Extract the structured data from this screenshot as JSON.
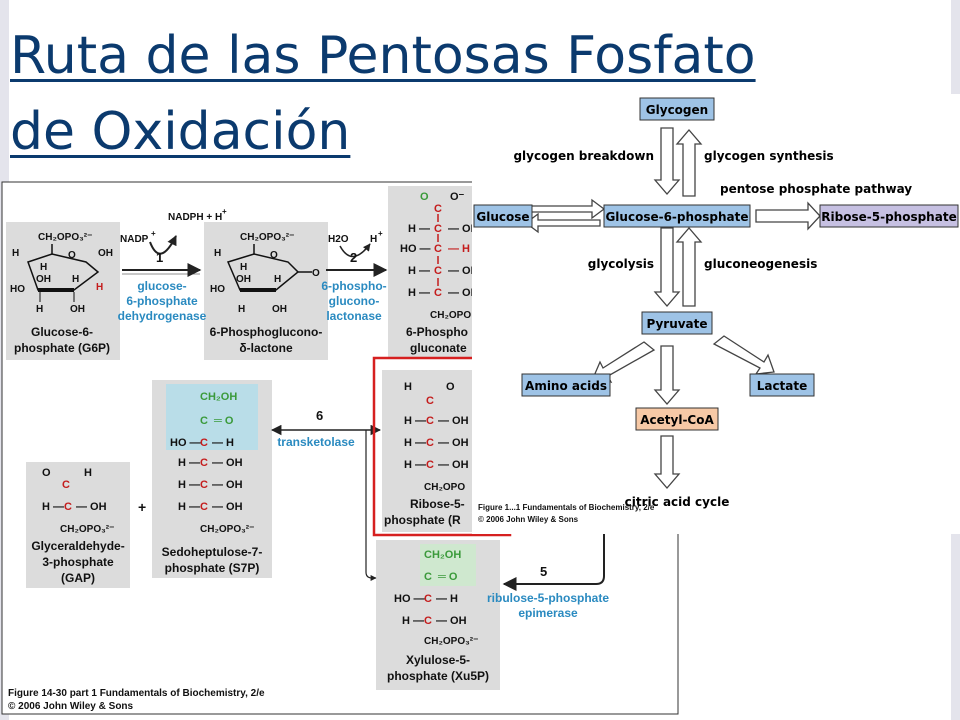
{
  "title": {
    "line1": "Ruta de las Pentosas Fosfato",
    "line2": "de Oxidación"
  },
  "left_diagram": {
    "g6p": {
      "name1": "Glucose-6-",
      "name2": "phosphate (G6P)"
    },
    "pgl": {
      "name1": "6-Phosphoglucono-",
      "name2": "δ-lactone"
    },
    "pg": {
      "name1": "6-Phospho",
      "name2": "gluconate"
    },
    "r5p": {
      "name1": "Ribose-5-",
      "name2": "phosphate (R"
    },
    "s7p": {
      "name1": "Sedoheptulose-7-",
      "name2": "phosphate (S7P)"
    },
    "gap": {
      "name1": "Glyceraldehyde-",
      "name2": "3-phosphate",
      "name3": "(GAP)"
    },
    "xu5p": {
      "name1": "Xylulose-5-",
      "name2": "phosphate (Xu5P)"
    },
    "step1": {
      "num": "1",
      "enzyme1": "glucose-",
      "enzyme2": "6-phosphate",
      "enzyme3": "dehydrogenase",
      "cofactor_in": "NADP",
      "cofactor_out": "NADPH + H"
    },
    "step2": {
      "num": "2",
      "enzyme1": "6-phospho-",
      "enzyme2": "glucono-",
      "enzyme3": "lactonase",
      "in": "H2O",
      "out": "H"
    },
    "step5": {
      "num": "5",
      "enzyme1": "ribulose-5-phosphate",
      "enzyme2": "epimerase"
    },
    "step6": {
      "num": "6",
      "enzyme": "transketolase"
    },
    "plus": "+",
    "caption1": "Figure 14-30 part 1  Fundamentals of Biochemistry, 2/e",
    "caption2": "© 2006 John Wiley & Sons"
  },
  "right_diagram": {
    "nodes": {
      "glycogen": "Glycogen",
      "glucose": "Glucose",
      "g6p": "Glucose-6-phosphate",
      "r5p": "Ribose-5-phosphate",
      "pyruvate": "Pyruvate",
      "amino": "Amino acids",
      "lactate": "Lactate",
      "acetyl": "Acetyl-CoA",
      "tca": "citric acid cycle"
    },
    "labels": {
      "breakdown": "glycogen breakdown",
      "synthesis": "glycogen synthesis",
      "ppp": "pentose phosphate pathway",
      "glycolysis": "glycolysis",
      "gluconeo": "gluconeogenesis"
    },
    "caption1": "Figure 1...1  Fundamentals of Biochemistry, 2/e",
    "caption2": "© 2006 John Wiley & Sons"
  },
  "colors": {
    "title": "#0b3a6e",
    "node_blue": "#9ec3e6",
    "node_purple": "#c6c0e2",
    "node_orange": "#f7c9a6",
    "highlight": "#d62020",
    "carbon_chain": "#c41c1c",
    "enzyme_text": "#2a8ac0"
  }
}
